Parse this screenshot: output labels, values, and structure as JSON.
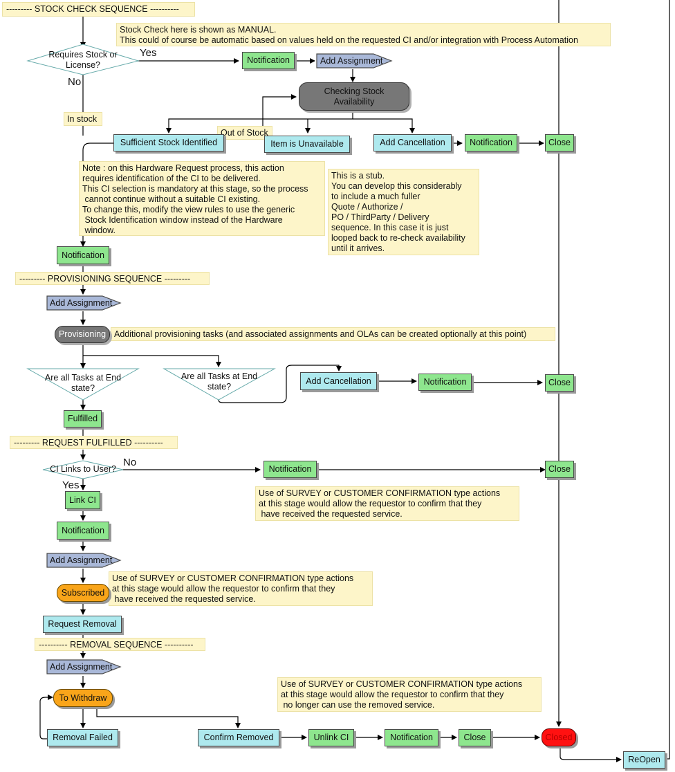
{
  "banners": {
    "stock_check": "--------- STOCK CHECK SEQUENCE ----------",
    "provisioning": "--------- PROVISIONING SEQUENCE ---------",
    "fulfilled": "--------- REQUEST FULFILLED ----------",
    "removal": "---------- REMOVAL SEQUENCE ----------"
  },
  "notes": {
    "manual": "Stock Check here is shown as MANUAL.\nThis could of course be automatic based on values held on the requested CI and/or integration with Process Automation",
    "in_stock": "In stock",
    "out_of_stock": "Out of Stock",
    "hardware": "Note : on this Hardware Request process, this action\nrequires identification of the CI to be delivered.\nThis CI selection is mandatory at this stage, so the process\n cannot continue without a suitable CI existing.\nTo change this, modify the view rules to use the generic\n Stock Identification window instead of the Hardware\n window.",
    "stub": "This is a stub.\nYou can develop this considerably\nto include a much fuller\nQuote / Authorize /\nPO / ThirdParty / Delivery\nsequence. In this case it is just\nlooped back to re-check availability\nuntil it arrives.",
    "provisioning": "Additional provisioning tasks (and associated assignments and OLAs can be created optionally at this point)",
    "survey1": "Use of SURVEY or CUSTOMER CONFIRMATION type actions\nat this stage would allow the requestor to confirm that they\n have received the requested service.",
    "survey2": "Use of SURVEY or CUSTOMER CONFIRMATION type actions\nat this stage would allow the requestor to confirm that they\n have received the requested service.",
    "survey3": "Use of SURVEY or CUSTOMER CONFIRMATION type actions\nat this stage would allow the requestor to confirm that they\n no longer can use the removed service."
  },
  "decisions": {
    "stock_license": "Requires Stock or\nLicense?",
    "tasks_end_1": "Are all Tasks at End\nstate?",
    "tasks_end_2": "Are all Tasks at End\nstate?",
    "ci_links": "CI Links to User?"
  },
  "labels": {
    "yes1": "Yes",
    "no1": "No",
    "no2": "No",
    "yes2": "Yes"
  },
  "assignments": {
    "a1": "Add Assignment",
    "a2": "Add Assignment",
    "a3": "Add Assignment",
    "a4": "Add Assignment"
  },
  "nodes": {
    "notification_1": "Notification",
    "checking_stock": "Checking Stock\nAvailability",
    "sufficient_stock": "Sufficient Stock Identified",
    "item_unavailable": "Item is Unavailable",
    "add_cancellation_1": "Add Cancellation",
    "notification_2": "Notification",
    "close_1": "Close",
    "notification_3": "Notification",
    "provisioning": "Provisioning",
    "add_cancellation_2": "Add Cancellation",
    "notification_4": "Notification",
    "close_2": "Close",
    "fulfilled": "Fulfilled",
    "notification_5": "Notification",
    "close_3": "Close",
    "link_ci": "Link CI",
    "notification_6": "Notification",
    "subscribed": "Subscribed",
    "request_removal": "Request Removal",
    "to_withdraw": "To Withdraw",
    "removal_failed": "Removal Failed",
    "confirm_removed": "Confirm Removed",
    "unlink_ci": "Unlink CI",
    "notification_7": "Notification",
    "close_4": "Close",
    "closed": "Closed",
    "reopen": "ReOpen"
  },
  "colors": {
    "notification": "#8ee68e",
    "task": "#aee9ee",
    "assignment": "#a9b8d8",
    "state": "#777777",
    "subscribed": "#f9a51a",
    "closed": "#ff1111",
    "note": "#fdf5c9"
  }
}
